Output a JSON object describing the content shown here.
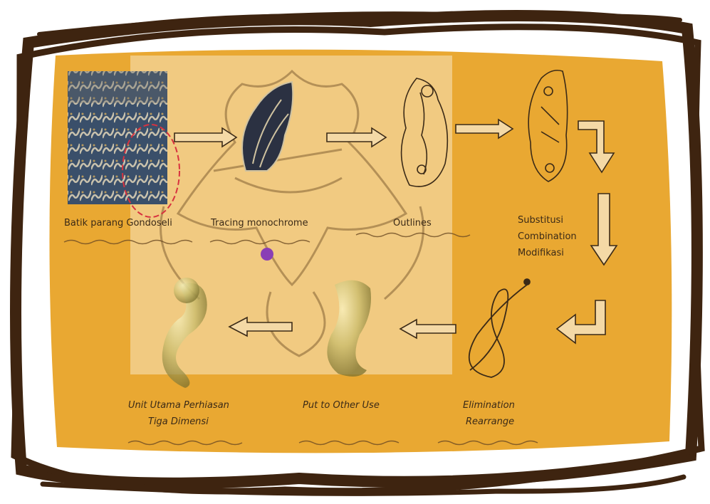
{
  "colors": {
    "frame": "#3e2410",
    "panel": "#e9a832",
    "line": "#3b2a17",
    "arrow_fill": "#f4d9a6",
    "watermark": "#fbf3e2",
    "highlight_ellipse": "#d8323f"
  },
  "steps": [
    {
      "label": "Batik parang Gondoseli"
    },
    {
      "label": "Tracing monochrome"
    },
    {
      "label": "Outlines"
    },
    {
      "lines": [
        "Substitusi",
        "Combination",
        "Modifikasi"
      ]
    },
    {
      "lines": [
        "Elimination",
        "Rearrange"
      ]
    },
    {
      "label": "Put to Other Use"
    },
    {
      "lines": [
        "Unit Utama Perhiasan",
        "Tiga Dimensi"
      ]
    }
  ],
  "icons": [
    "batik-photo",
    "arrow-right",
    "tracing-silhouette",
    "outline-motif",
    "bent-arrow",
    "arrow-down",
    "loop-drawing",
    "arrow-left",
    "gold-ornament",
    "watermark-emblem"
  ]
}
